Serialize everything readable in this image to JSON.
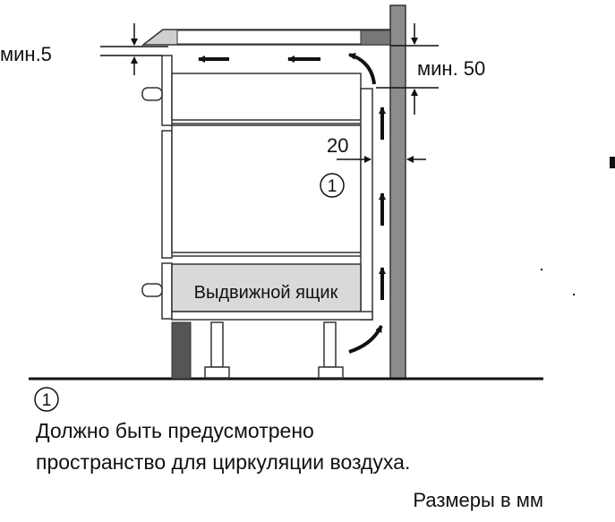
{
  "labels": {
    "min_gap_top": "мин.5",
    "min_gap_wall": "мин. 50",
    "gap_side": "20",
    "callout_number": "1",
    "drawer": "Выдвижной ящик"
  },
  "note": {
    "number": "1",
    "line1": "Должно быть предусмотрено",
    "line2": "пространство для циркуляции воздуха."
  },
  "footer": {
    "units": "Размеры в мм"
  },
  "colors": {
    "wall": "#8c8c8c",
    "drawer_fill": "#d9d9d9",
    "dark_leg": "#555555",
    "line": "#111111"
  }
}
